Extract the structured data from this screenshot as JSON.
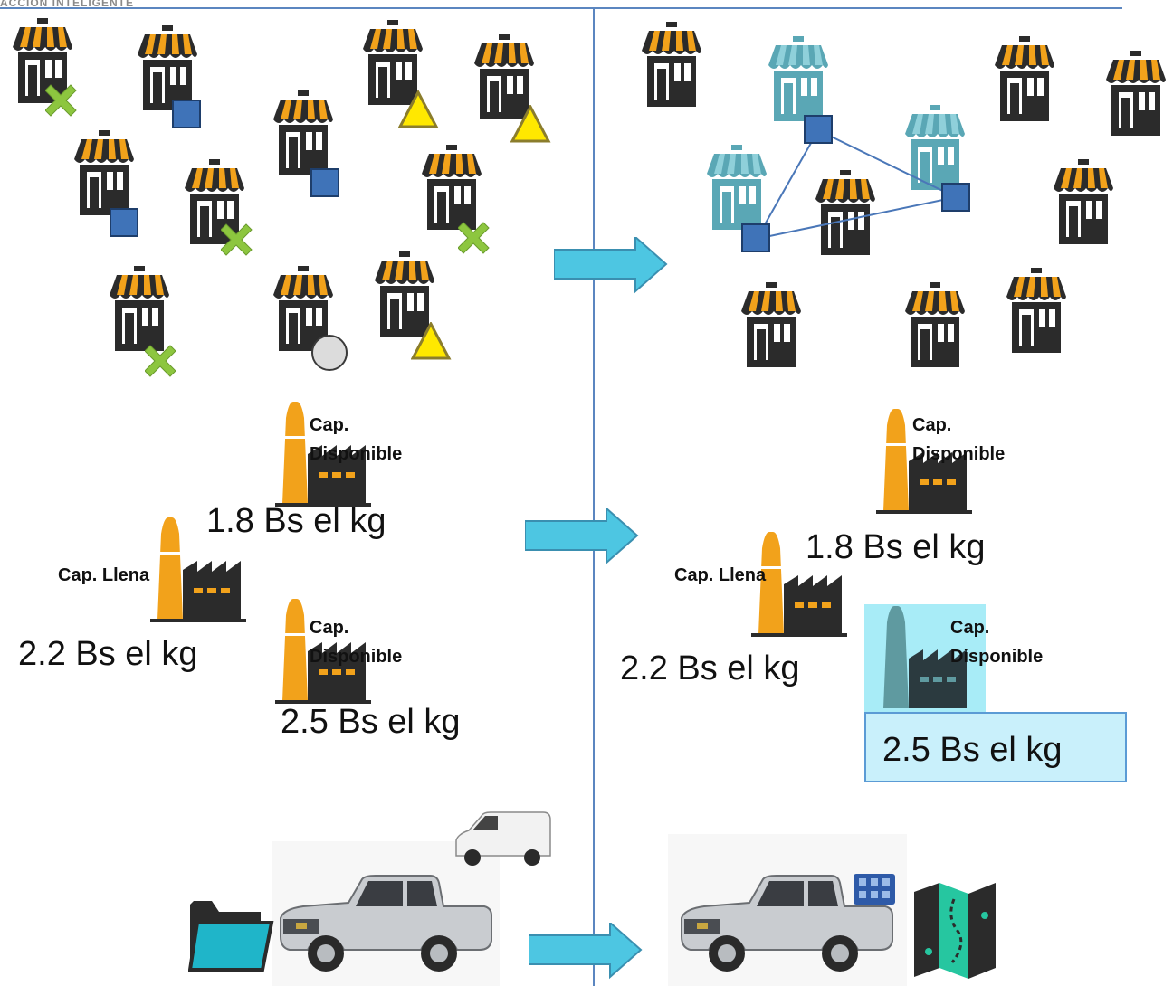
{
  "header": {
    "brand_text": "ACCIÓN INTELIGENTE"
  },
  "left_panel": {
    "factories": [
      {
        "price": "1.8 Bs el kg",
        "capacity": "Cap. Disponible"
      },
      {
        "price": "2.2 Bs el kg",
        "capacity": "Cap. Llena"
      },
      {
        "price": "2.5 Bs el kg",
        "capacity": "Cap. Disponible"
      }
    ]
  },
  "right_panel": {
    "factories": [
      {
        "price": "1.8 Bs el kg",
        "capacity": "Cap. Disponible"
      },
      {
        "price": "2.2 Bs el kg",
        "capacity": "Cap. Llena"
      },
      {
        "price": "2.5 Bs el kg",
        "capacity": "Cap. Disponible",
        "selected": true
      }
    ]
  },
  "colors": {
    "awning_orange": "#f2a21b",
    "store_dark": "#2b2b2b",
    "store_teal": "#5aa7b5",
    "divider_blue": "#5b86c0",
    "square_marker": "#3f73b8",
    "triangle_marker": "#ffe800",
    "cross_marker": "#8dc63f",
    "arrow_cyan": "#4dc6e2",
    "highlight_cyan": "#a8ecf7"
  },
  "icons": [
    "store-icon",
    "factory-icon",
    "square-marker",
    "triangle-marker",
    "cross-marker",
    "circle-marker",
    "arrow-right-icon",
    "pickup-truck-icon",
    "van-icon",
    "folder-icon",
    "map-icon",
    "grid-badge-icon"
  ]
}
